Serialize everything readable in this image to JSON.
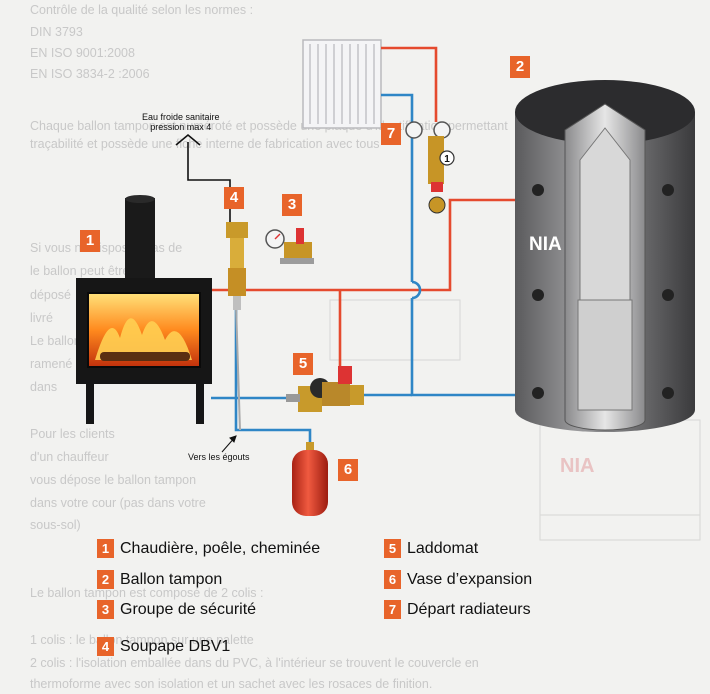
{
  "background_text": [
    "Contrôle de la qualité selon les normes :",
    "DIN 3793",
    "EN ISO 9001:2008",
    "EN ISO 3834-2 :2006",
    "Chaque ballon tampon est numéroté et possède une plaque d'identification permettant",
    "traçabilité et possède une fiche interne de fabrication avec tous",
    "",
    "",
    "Si vous ne disposez pas de",
    "le ballon peut être",
    "déposé",
    "livré",
    "Le ballon",
    "ramené",
    "dans",
    "",
    "Pour les clients",
    "d'un chauffeur",
    "vous dépose le ballon tampon",
    "dans votre cour (pas dans votre",
    "sous-sol)",
    "",
    "Le ballon tampon est composé de 2 colis :",
    "",
    "1 colis : le ballon tampon sur une palette",
    "2 colis : l'isolation emballée dans du PVC, à l'intérieur se trouvent le couvercle en",
    "thermoforme avec son isolation et un sachet avec les rosaces de finition."
  ],
  "callouts": {
    "cold_water": "Eau froide sanitaire\npression max 4",
    "drain": "Vers les égouts"
  },
  "tank": {
    "brand": "NIA",
    "brand_ghost": "NIA"
  },
  "badges": [
    "1",
    "2",
    "3",
    "4",
    "5",
    "6",
    "7"
  ],
  "gauge_number": "1",
  "legend": [
    {
      "num": "1",
      "label": "Chaudière, poêle, cheminée"
    },
    {
      "num": "2",
      "label": "Ballon tampon"
    },
    {
      "num": "3",
      "label": "Groupe de sécurité"
    },
    {
      "num": "4",
      "label": "Soupape DBV1"
    },
    {
      "num": "5",
      "label": "Laddomat"
    },
    {
      "num": "6",
      "label": "Vase d’expansion"
    },
    {
      "num": "7",
      "label": "Départ radiateurs"
    }
  ],
  "colors": {
    "accent": "#e8642a",
    "hot_pipe": "#e54a2e",
    "cold_pipe": "#2f86c6",
    "stove": "#161616",
    "tank_dark": "#2c2c2e",
    "expansion_vessel": "#d93a26"
  }
}
